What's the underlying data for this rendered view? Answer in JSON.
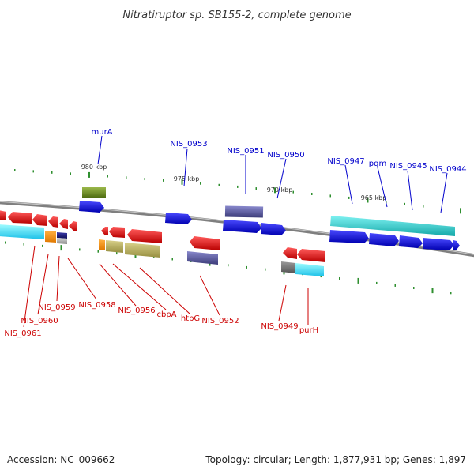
{
  "title": "Nitratiruptor sp. SB155-2, complete genome",
  "footer": {
    "accession": "Accession: NC_009662",
    "topology": "Topology: circular; Length: 1,877,931 bp; Genes: 1,897"
  },
  "scale_labels": [
    "980 kbp",
    "975 kbp",
    "970 kbp",
    "965 kbp"
  ],
  "colors": {
    "forward_label": "#0000cc",
    "reverse_label": "#cc0000",
    "tick": "#2f8f2f",
    "backbone": "#7f7f7f"
  },
  "gene_labels": {
    "top": [
      "murA",
      "NIS_0953",
      "NIS_0951",
      "NIS_0950",
      "NIS_0947",
      "pgm",
      "NIS_0945",
      "NIS_0944"
    ],
    "bottom": [
      "NIS_0961",
      "NIS_0960",
      "NIS_0959",
      "NIS_0958",
      "NIS_0956",
      "cbpA",
      "htpG",
      "NIS_0952",
      "NIS_0949",
      "purH"
    ]
  }
}
